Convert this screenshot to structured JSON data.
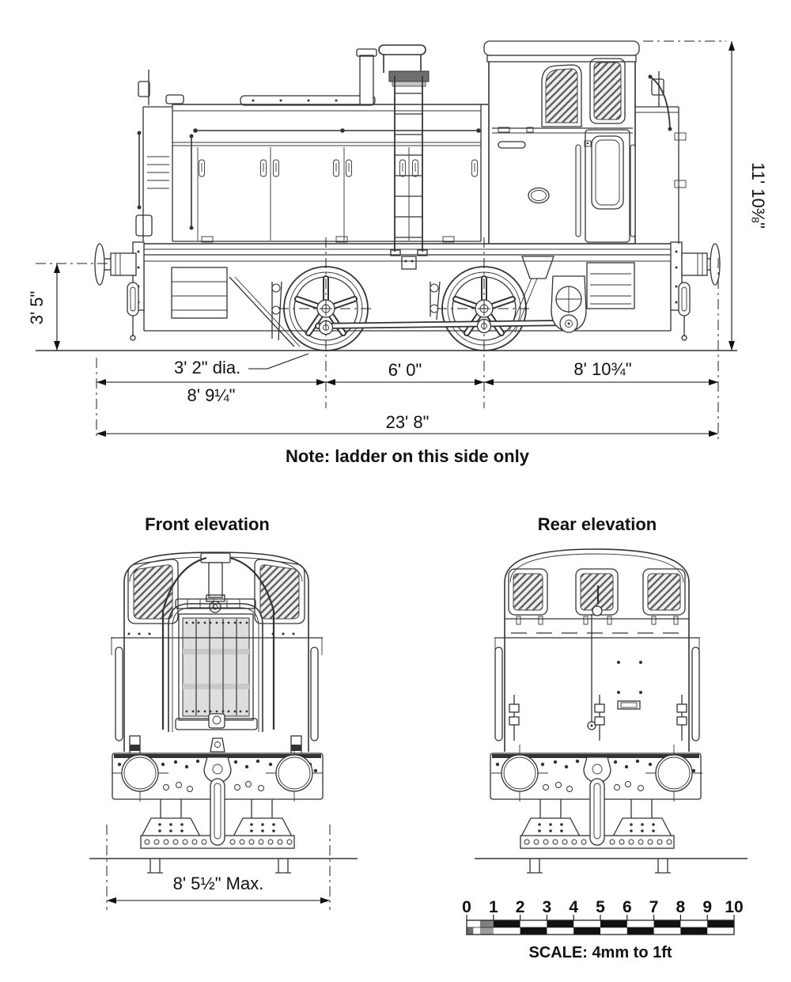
{
  "side": {
    "height": "11' 10⅜\"",
    "buffer_height": "3' 5\"",
    "wheel_dia": "3' 2\" dia.",
    "wheelbase": "6' 0\"",
    "rear_len": "8' 10¾\"",
    "front_len": "8' 9¼\"",
    "total": "23' 8\"",
    "note": "Note: ladder on this side only"
  },
  "front": {
    "title": "Front elevation",
    "width": "8' 5½\" Max."
  },
  "rear": {
    "title": "Rear elevation"
  },
  "scale": {
    "ticks": [
      "0",
      "1",
      "2",
      "3",
      "4",
      "5",
      "6",
      "7",
      "8",
      "9",
      "10"
    ],
    "caption": "SCALE: 4mm to 1ft"
  },
  "colors": {
    "line": "#333333",
    "dim": "#111111",
    "hatch": "#5f5f5f"
  }
}
